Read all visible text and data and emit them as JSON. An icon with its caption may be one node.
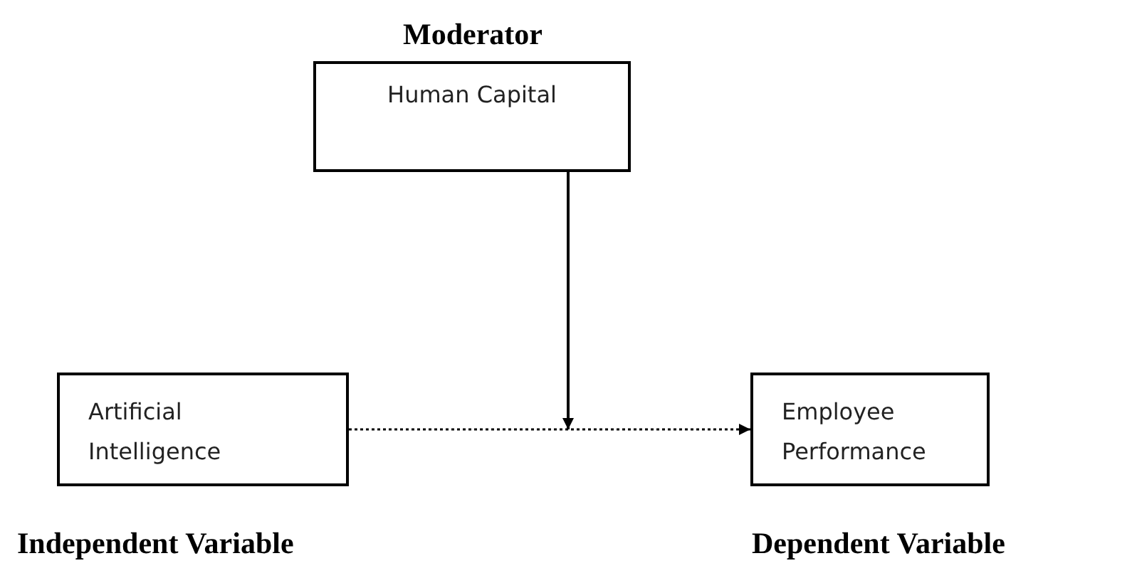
{
  "diagram": {
    "nodes": [
      {
        "text": [
          "Human Capital"
        ],
        "beside": [
          "Moderator"
        ]
      },
      {
        "text": [
          "Artificial Intelligence"
        ],
        "beside": [
          "Independent Variable"
        ]
      },
      {
        "text": [
          "Employee Performance"
        ],
        "beside": [
          "Dependent Variable"
        ]
      }
    ],
    "edges": [
      {
        "from": 1,
        "to": 2,
        "arrow": "to",
        "style": "dashed"
      },
      {
        "from": 0,
        "to": null,
        "arrow": "to"
      }
    ]
  }
}
